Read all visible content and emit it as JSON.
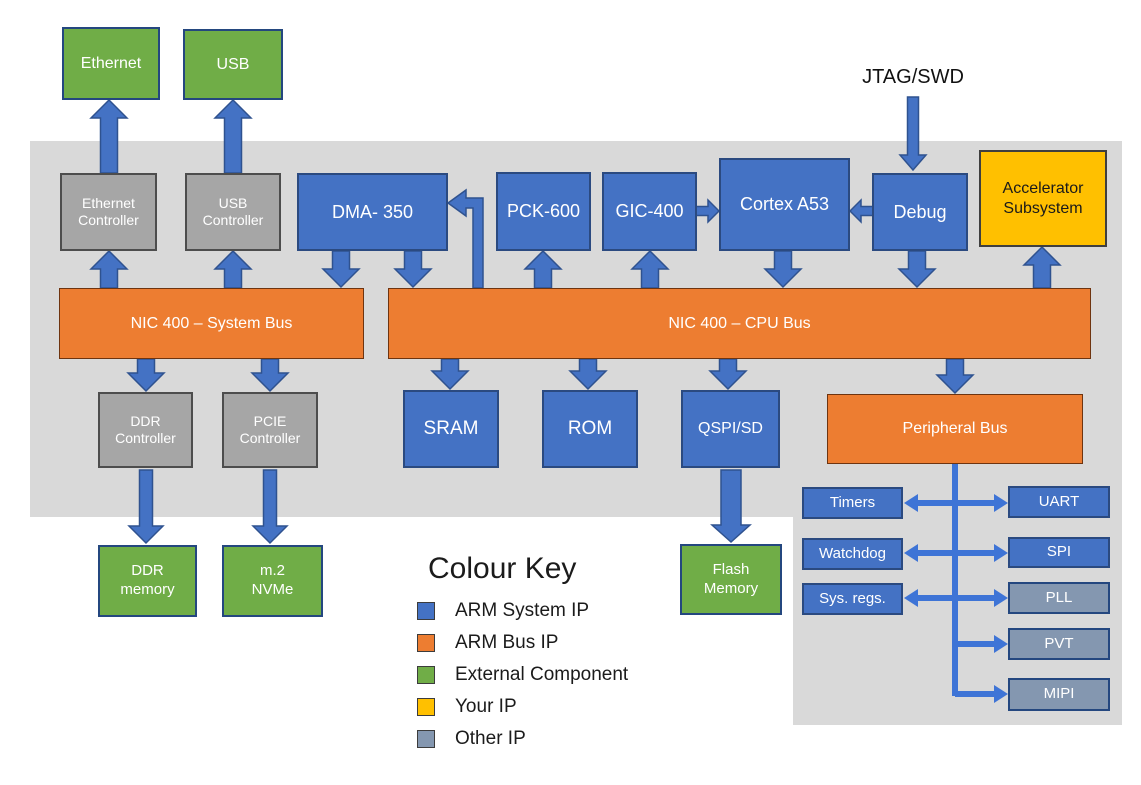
{
  "diagram": {
    "jtag_label": "JTAG/SWD",
    "nodes": {
      "ethernet": "Ethernet",
      "usb": "USB",
      "eth_ctrl": "Ethernet\nController",
      "usb_ctrl": "USB\nController",
      "dma": "DMA- 350",
      "pck": "PCK-600",
      "gic": "GIC-400",
      "cortex": "Cortex A53",
      "debug": "Debug",
      "accel": "Accelerator\nSubsystem",
      "sysbus": "NIC 400 – System Bus",
      "cpubus": "NIC 400 – CPU Bus",
      "ddr_ctrl": "DDR\nController",
      "pcie_ctrl": "PCIE\nController",
      "sram": "SRAM",
      "rom": "ROM",
      "qspi": "QSPI/SD",
      "peribus": "Peripheral Bus",
      "ddr_mem": "DDR\nmemory",
      "nvme": "m.2\nNVMe",
      "flash": "Flash\nMemory",
      "timers": "Timers",
      "watchdog": "Watchdog",
      "sysregs": "Sys. regs.",
      "uart": "UART",
      "spi": "SPI",
      "pll": "PLL",
      "pvt": "PVT",
      "mipi": "MIPI"
    },
    "legend": {
      "title": "Colour Key",
      "items": [
        {
          "label": "ARM System IP",
          "color": "#4472C4"
        },
        {
          "label": "ARM Bus IP",
          "color": "#ED7D31"
        },
        {
          "label": "External Component",
          "color": "#70AD47"
        },
        {
          "label": "Your IP",
          "color": "#FFC000"
        },
        {
          "label": "Other IP",
          "color": "#8497B0"
        }
      ]
    },
    "colors": {
      "arm_system_ip": "#4472C4",
      "arm_bus_ip": "#ED7D31",
      "external_component": "#70AD47",
      "your_ip": "#FFC000",
      "other_ip": "#8497B0",
      "controller_gray": "#A6A6A6",
      "background_panel": "#D9D9D9",
      "arrow_fill": "#4472C4",
      "arrow_border": "#2F528F",
      "connector_blue": "#3E74D6"
    }
  }
}
